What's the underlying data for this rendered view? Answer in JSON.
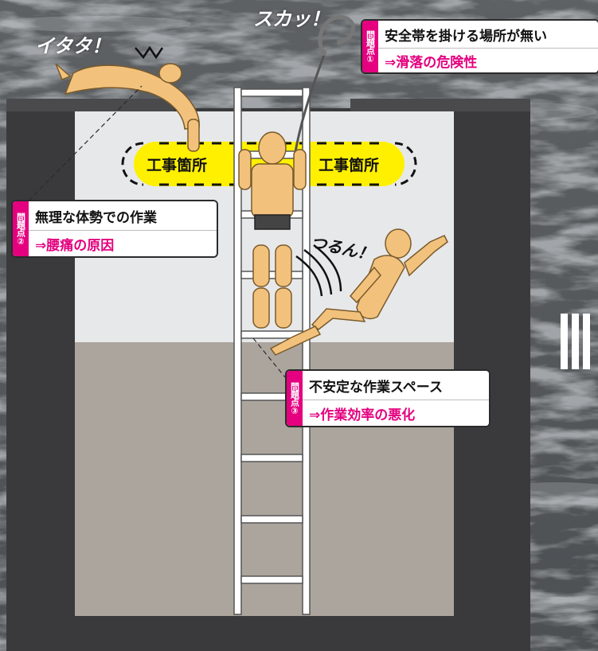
{
  "problems": [
    {
      "tag": "問題点①",
      "title": "安全帯を掛ける場所が無い",
      "result": "⇒滑落の危険性"
    },
    {
      "tag": "問題点②",
      "title": "無理な体勢での作業",
      "result": "⇒腰痛の原因"
    },
    {
      "tag": "問題点③",
      "title": "不安定な作業スペース",
      "result": "⇒作業効率の悪化"
    }
  ],
  "work_area_label_left": "工事箇所",
  "work_area_label_right": "工事箇所",
  "sfx": {
    "itata": "イタタ！",
    "sukatt": "スカッ！",
    "tsurun": "つるん！"
  },
  "colors": {
    "accent_magenta": "#e4007f",
    "work_area_yellow": "#fff000",
    "pit_wall": "#3a3a3c",
    "pit_upper": "#e7e8ea",
    "pit_lower": "#aca59d",
    "figure": "#f2c27d"
  }
}
